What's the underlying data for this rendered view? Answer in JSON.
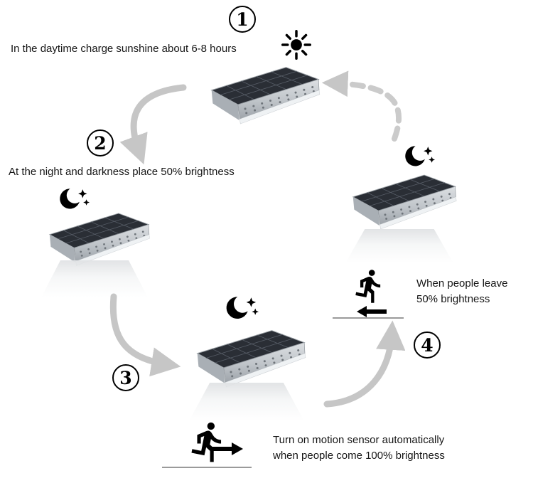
{
  "steps": {
    "step1": {
      "number": "1",
      "caption": "In the daytime charge sunshine about 6-8 hours"
    },
    "step2": {
      "number": "2",
      "caption": "At the night and darkness place 50% brightness"
    },
    "step3": {
      "number": "3",
      "caption_line1": "Turn on motion sensor automatically",
      "caption_line2": "when people come 100% brightness"
    },
    "step4": {
      "number": "4",
      "caption_line1": "When people leave",
      "caption_line2": "50% brightness"
    }
  },
  "icons": {
    "sun": "sun",
    "moon_stars": "crescent-moon-with-stars",
    "runner_come": "running-person-arrow-right",
    "runner_leave": "running-person-arrow-left",
    "solar_light": "wall-mounted-solar-light"
  },
  "colors": {
    "arrow_gray": "#c6c6c6",
    "text": "#111111",
    "panel_dark": "#2a2e35",
    "metal_light": "#d9dcdf",
    "metal_dark": "#a8adb2",
    "background": "#ffffff"
  }
}
